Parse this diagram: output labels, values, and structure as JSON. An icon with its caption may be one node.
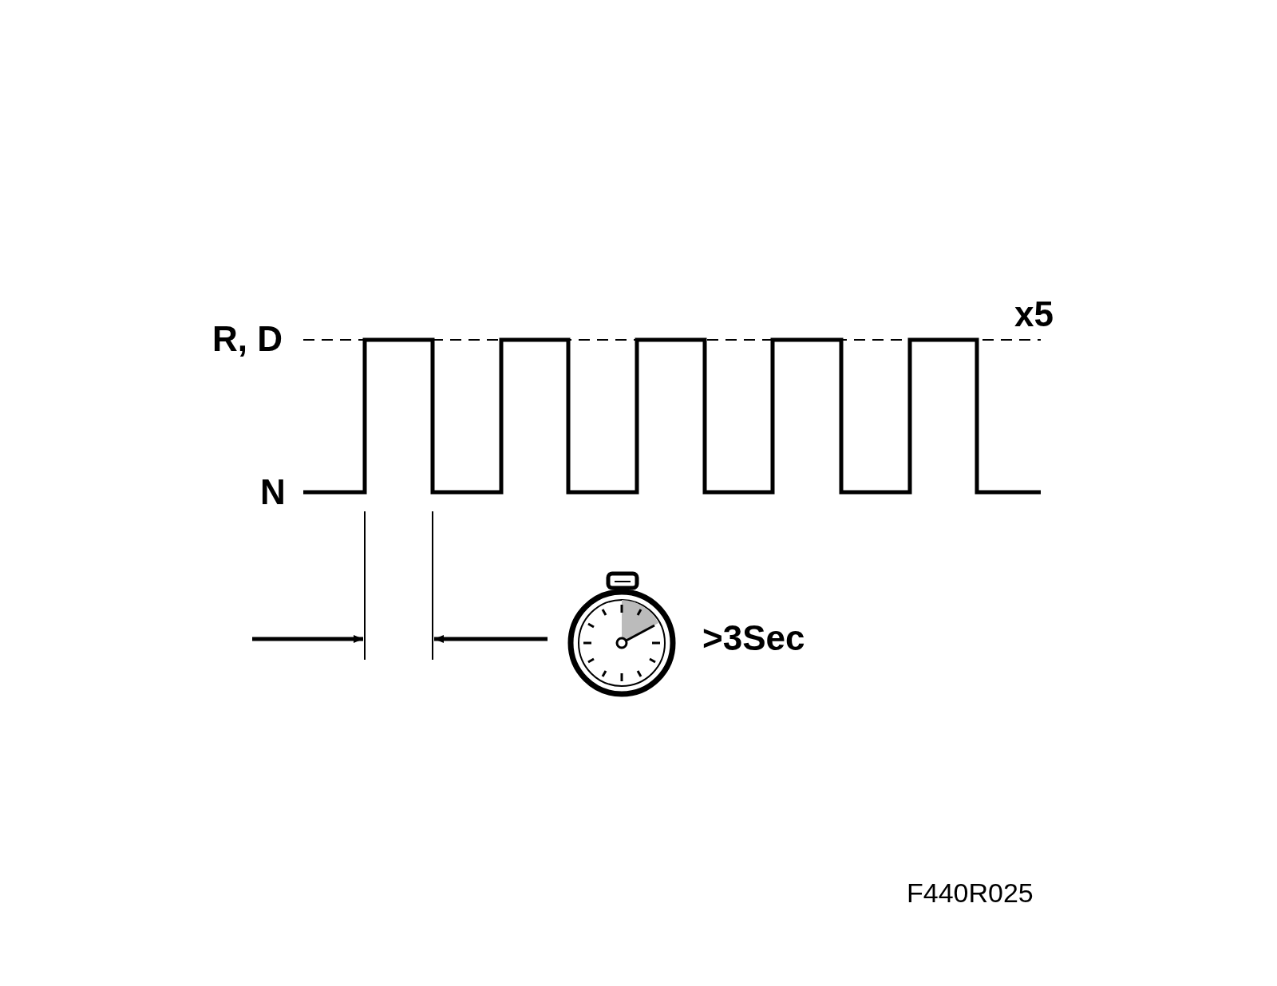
{
  "diagram": {
    "labels": [
      "x5",
      "R, D",
      "N",
      ">3Sec",
      "F440R025"
    ]
  }
}
